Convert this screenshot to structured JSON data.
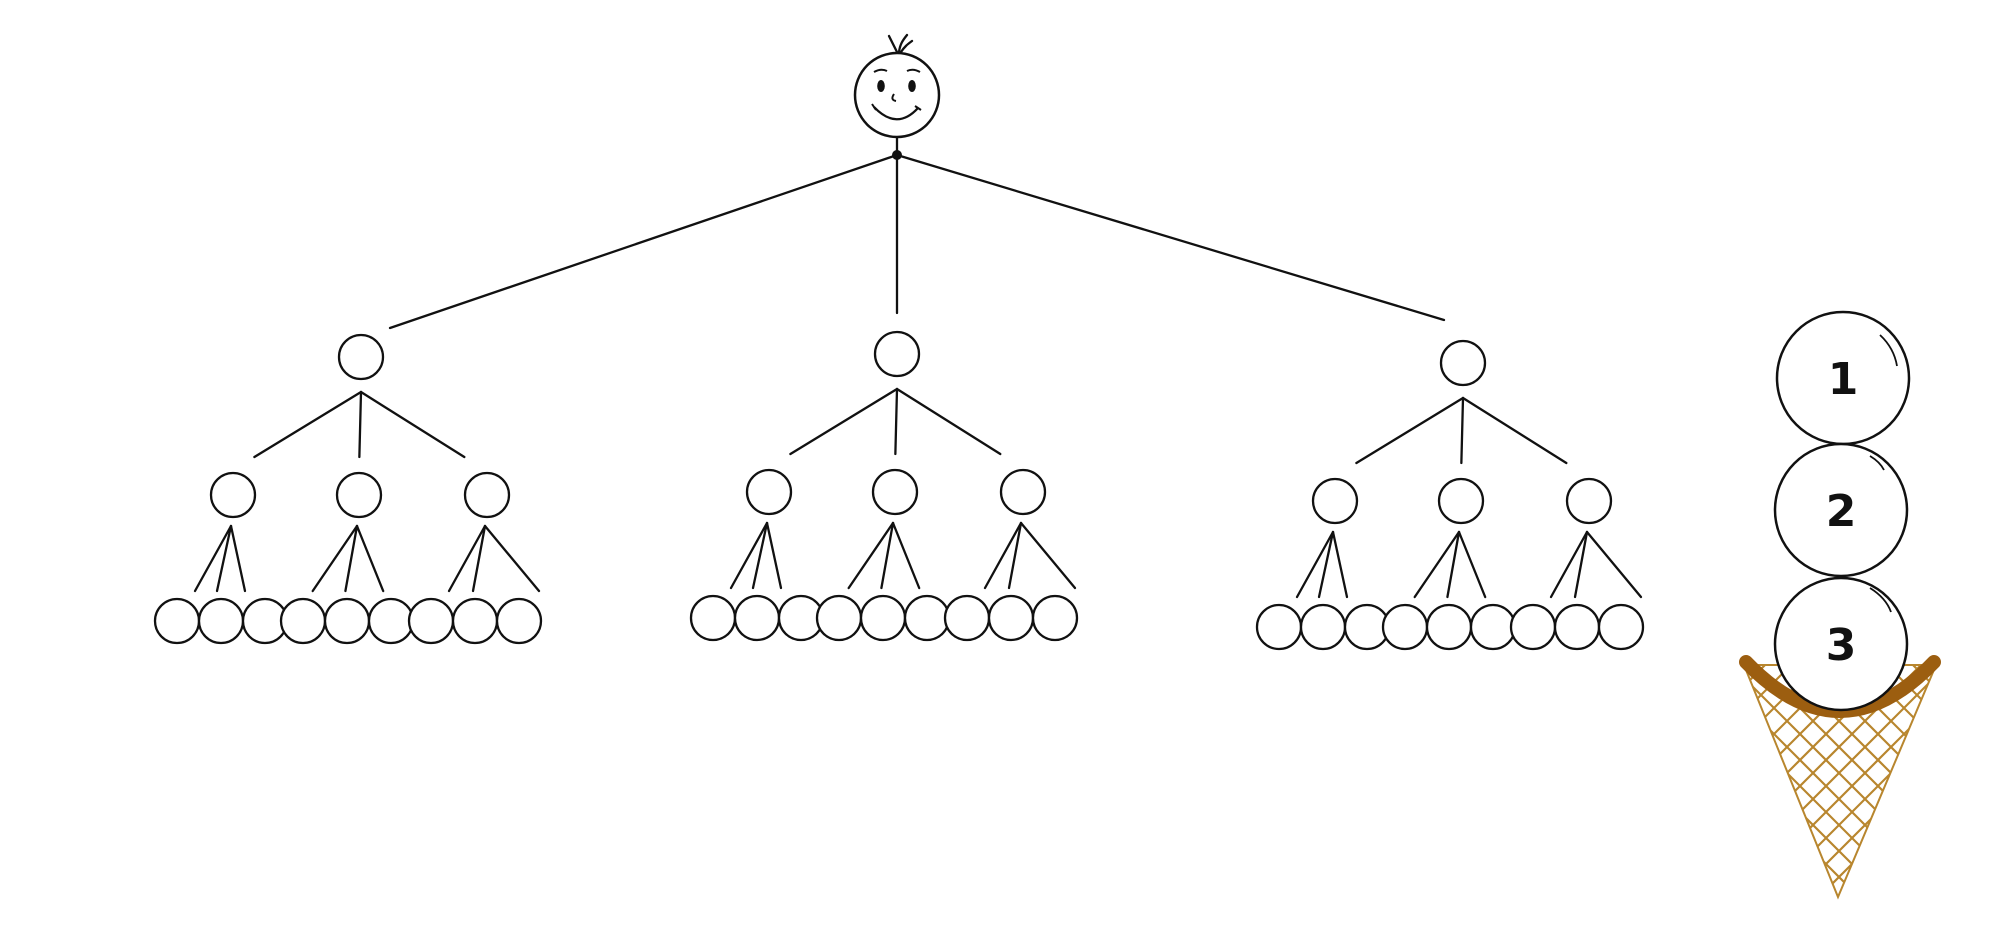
{
  "colors": {
    "ink": "#111111",
    "cone": "#b8862e",
    "cone_rim": "#9c5e10",
    "background": "#ffffff"
  },
  "tree": {
    "root_icon": "smiley-face-icon",
    "level1_count": 3,
    "children_per_node": 3
  },
  "ice_cream": {
    "icon": "ice-cream-cone-icon",
    "scoops": [
      "1",
      "2",
      "3"
    ]
  }
}
